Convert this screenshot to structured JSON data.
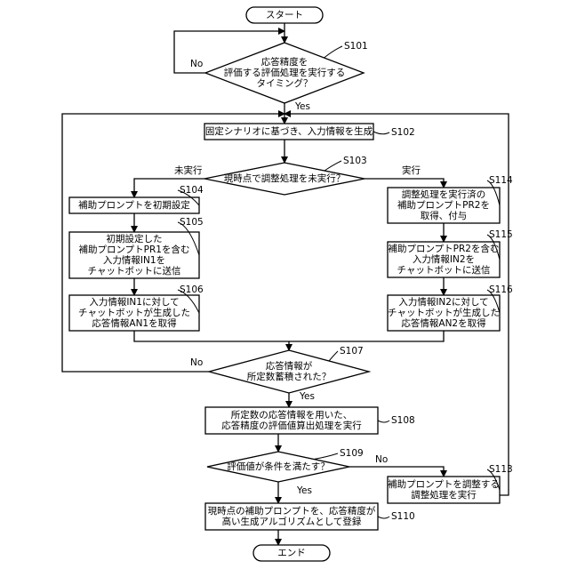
{
  "flowchart": {
    "nodes": [
      {
        "id": "start",
        "type": "terminal",
        "lines": [
          "スタート"
        ]
      },
      {
        "id": "s101",
        "type": "decision",
        "step": "S101",
        "lines": [
          "応答精度を",
          "評価する評価処理を実行する",
          "タイミング？"
        ]
      },
      {
        "id": "s102",
        "type": "process",
        "step": "S102",
        "lines": [
          "固定シナリオに基づき、入力情報を生成"
        ]
      },
      {
        "id": "s103",
        "type": "decision",
        "step": "S103",
        "lines": [
          "現時点で調整処理を未実行？"
        ]
      },
      {
        "id": "s104",
        "type": "process",
        "step": "S104",
        "lines": [
          "補助プロンプトを初期設定"
        ]
      },
      {
        "id": "s105",
        "type": "process",
        "step": "S105",
        "lines": [
          "初期設定した",
          "補助プロンプトPR1を含む",
          "入力情報IN1を",
          "チャットボットに送信"
        ]
      },
      {
        "id": "s106",
        "type": "process",
        "step": "S106",
        "lines": [
          "入力情報IN1に対して",
          "チャットボットが生成した",
          "応答情報AN1を取得"
        ]
      },
      {
        "id": "s114",
        "type": "process",
        "step": "S114",
        "lines": [
          "調整処理を実行済の",
          "補助プロンプトPR2を",
          "取得、付与"
        ]
      },
      {
        "id": "s115",
        "type": "process",
        "step": "S115",
        "lines": [
          "補助プロンプトPR2を含む",
          "入力情報IN2を",
          "チャットボットに送信"
        ]
      },
      {
        "id": "s116",
        "type": "process",
        "step": "S116",
        "lines": [
          "入力情報IN2に対して",
          "チャットボットが生成した",
          "応答情報AN2を取得"
        ]
      },
      {
        "id": "s107",
        "type": "decision",
        "step": "S107",
        "lines": [
          "応答情報が",
          "所定数蓄積された？"
        ]
      },
      {
        "id": "s108",
        "type": "process",
        "step": "S108",
        "lines": [
          "所定数の応答情報を用いた、",
          "応答精度の評価値算出処理を実行"
        ]
      },
      {
        "id": "s109",
        "type": "decision",
        "step": "S109",
        "lines": [
          "評価値が条件を満たす？"
        ]
      },
      {
        "id": "s113",
        "type": "process",
        "step": "S113",
        "lines": [
          "補助プロンプトを調整する",
          "調整処理を実行"
        ]
      },
      {
        "id": "s110",
        "type": "process",
        "step": "S110",
        "lines": [
          "現時点の補助プロンプトを、応答精度が",
          "高い生成アルゴリズムとして登録"
        ]
      },
      {
        "id": "end",
        "type": "terminal",
        "lines": [
          "エンド"
        ]
      }
    ],
    "edges": [
      {
        "from": "start",
        "to": "s101"
      },
      {
        "from": "s101",
        "to": "s102",
        "label": "Yes"
      },
      {
        "from": "s101",
        "to": "s101",
        "label": "No"
      },
      {
        "from": "s102",
        "to": "s103"
      },
      {
        "from": "s103",
        "to": "s104",
        "label": "未実行"
      },
      {
        "from": "s103",
        "to": "s114",
        "label": "実行"
      },
      {
        "from": "s104",
        "to": "s105"
      },
      {
        "from": "s105",
        "to": "s106"
      },
      {
        "from": "s114",
        "to": "s115"
      },
      {
        "from": "s115",
        "to": "s116"
      },
      {
        "from": "s106",
        "to": "s107"
      },
      {
        "from": "s116",
        "to": "s107"
      },
      {
        "from": "s107",
        "to": "s108",
        "label": "Yes"
      },
      {
        "from": "s107",
        "to": "s102",
        "label": "No"
      },
      {
        "from": "s108",
        "to": "s109"
      },
      {
        "from": "s109",
        "to": "s110",
        "label": "Yes"
      },
      {
        "from": "s109",
        "to": "s113",
        "label": "No"
      },
      {
        "from": "s113",
        "to": "s102"
      },
      {
        "from": "s110",
        "to": "end"
      }
    ]
  }
}
